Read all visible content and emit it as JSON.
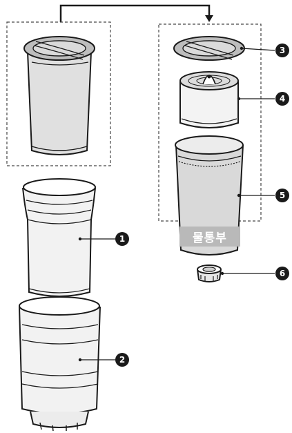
{
  "callouts": [
    {
      "id": "1",
      "label": "1"
    },
    {
      "id": "2",
      "label": "2"
    },
    {
      "id": "3",
      "label": "3"
    },
    {
      "id": "4",
      "label": "4"
    },
    {
      "id": "5",
      "label": "5"
    },
    {
      "id": "6",
      "label": "6"
    }
  ],
  "group_label": "물통부",
  "colors": {
    "outline": "#1a1a1a",
    "body_light": "#efefef",
    "filter_mesh": "#d9d9d9",
    "lid_ring": "#bdbdbd",
    "tag_bg": "#b9b9b9"
  }
}
